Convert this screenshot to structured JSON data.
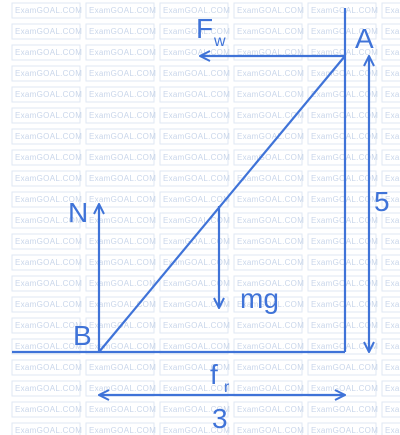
{
  "watermark": {
    "text": "ExamGOAL.COM"
  },
  "colors": {
    "ink": "#3f73d8",
    "watermark": "#c9d6ea"
  },
  "labels": {
    "fw_main": "F",
    "fw_sub": "w",
    "point_a": "A",
    "height": "5",
    "normal": "N",
    "weight": "mg",
    "point_b": "B",
    "friction_main": "f",
    "friction_sub": "r",
    "base": "3"
  }
}
